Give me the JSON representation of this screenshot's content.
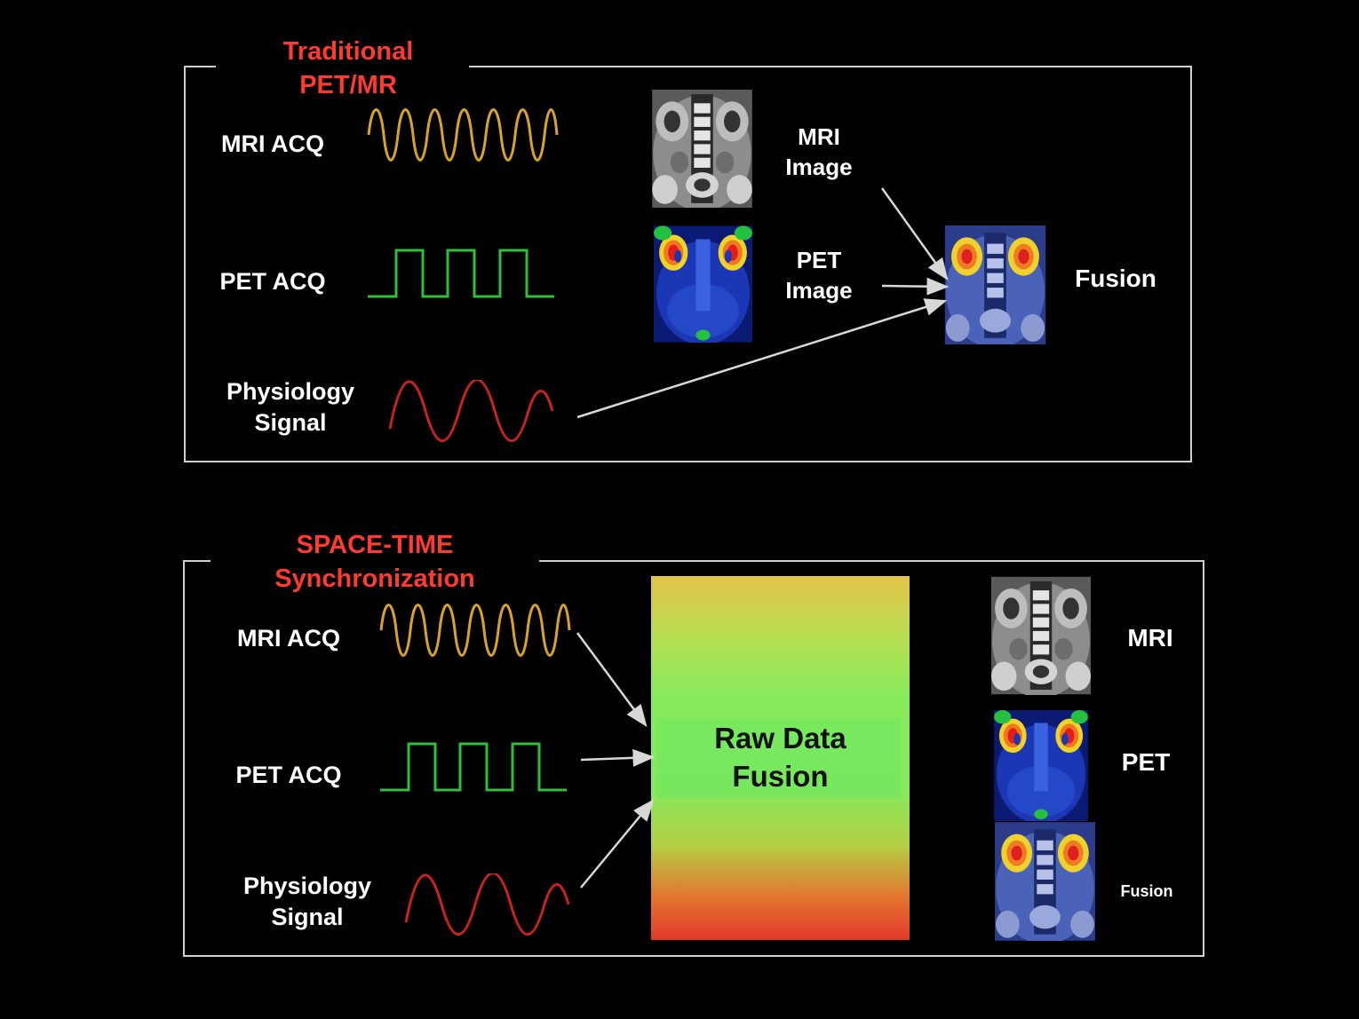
{
  "top_panel": {
    "title_line1": "Traditional",
    "title_line2": "PET/MR",
    "signals": {
      "mri_label": "MRI ACQ",
      "pet_label": "PET ACQ",
      "phys_label_line1": "Physiology",
      "phys_label_line2": "Signal"
    },
    "images": {
      "mri_label_line1": "MRI",
      "mri_label_line2": "Image",
      "pet_label_line1": "PET",
      "pet_label_line2": "Image",
      "fusion_label": "Fusion"
    }
  },
  "bottom_panel": {
    "title_line1": "SPACE-TIME",
    "title_line2": "Synchronization",
    "signals": {
      "mri_label": "MRI ACQ",
      "pet_label": "PET ACQ",
      "phys_label_line1": "Physiology",
      "phys_label_line2": "Signal"
    },
    "raw_fusion_line1": "Raw Data",
    "raw_fusion_line2": "Fusion",
    "outputs": {
      "mri_label": "MRI",
      "pet_label": "PET",
      "fusion_label": "Fusion"
    }
  },
  "colors": {
    "title_red": "#ff3b30",
    "mri_wave": "#d9a32a",
    "pet_wave": "#2fbf3a",
    "phys_wave": "#c8231c",
    "border": "#cfcfcf",
    "arrow": "#d8d8d8"
  },
  "icons": {
    "mri_thumbnail": "mri-coronal-scan-icon",
    "pet_thumbnail": "pet-scan-icon",
    "fusion_thumbnail": "pet-mri-fusion-icon"
  }
}
